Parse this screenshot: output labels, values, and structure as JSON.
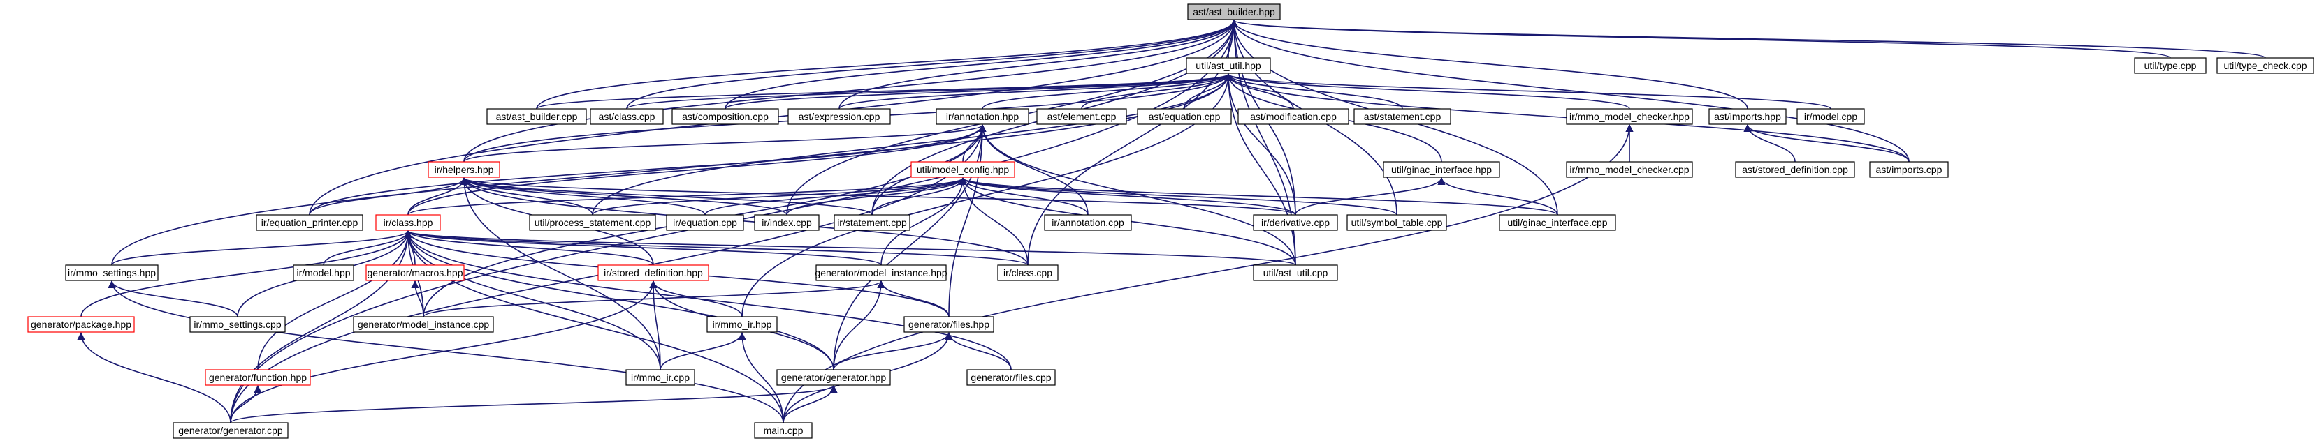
{
  "colors": {
    "edge": "#191970",
    "node_border": "#000000",
    "node_border_red": "#ff0000",
    "root_fill": "#bfbfbf",
    "node_fill": "#ffffff"
  },
  "nodes": [
    {
      "id": "n_ast_builder_hpp",
      "label": "ast/ast_builder.hpp",
      "style": "root"
    },
    {
      "id": "n_util_type_cpp",
      "label": "util/type.cpp"
    },
    {
      "id": "n_util_type_check_cpp",
      "label": "util/type_check.cpp"
    },
    {
      "id": "n_util_ast_util_hpp",
      "label": "util/ast_util.hpp"
    },
    {
      "id": "n_ast_ast_builder_cpp",
      "label": "ast/ast_builder.cpp"
    },
    {
      "id": "n_ast_class_cpp",
      "label": "ast/class.cpp"
    },
    {
      "id": "n_ast_composition_cpp",
      "label": "ast/composition.cpp"
    },
    {
      "id": "n_ast_expression_cpp",
      "label": "ast/expression.cpp"
    },
    {
      "id": "n_ir_annotation_hpp",
      "label": "ir/annotation.hpp"
    },
    {
      "id": "n_ast_element_cpp",
      "label": "ast/element.cpp"
    },
    {
      "id": "n_ast_equation_cpp",
      "label": "ast/equation.cpp"
    },
    {
      "id": "n_ast_modification_cpp",
      "label": "ast/modification.cpp"
    },
    {
      "id": "n_ast_statement_cpp",
      "label": "ast/statement.cpp"
    },
    {
      "id": "n_ir_mmo_model_checker_hpp",
      "label": "ir/mmo_model_checker.hpp"
    },
    {
      "id": "n_ast_imports_hpp",
      "label": "ast/imports.hpp"
    },
    {
      "id": "n_ir_model_cpp",
      "label": "ir/model.cpp"
    },
    {
      "id": "n_ir_helpers_hpp",
      "label": "ir/helpers.hpp",
      "style": "red"
    },
    {
      "id": "n_util_model_config_hpp",
      "label": "util/model_config.hpp",
      "style": "red"
    },
    {
      "id": "n_util_ginac_interface_hpp",
      "label": "util/ginac_interface.hpp"
    },
    {
      "id": "n_ir_mmo_model_checker_cpp",
      "label": "ir/mmo_model_checker.cpp"
    },
    {
      "id": "n_ast_stored_definition_cpp",
      "label": "ast/stored_definition.cpp"
    },
    {
      "id": "n_ast_imports_cpp",
      "label": "ast/imports.cpp"
    },
    {
      "id": "n_ir_equation_printer_cpp",
      "label": "ir/equation_printer.cpp"
    },
    {
      "id": "n_util_process_statement_cpp",
      "label": "util/process_statement.cpp"
    },
    {
      "id": "n_ir_equation_cpp",
      "label": "ir/equation.cpp"
    },
    {
      "id": "n_ir_index_cpp",
      "label": "ir/index.cpp"
    },
    {
      "id": "n_ir_statement_cpp",
      "label": "ir/statement.cpp"
    },
    {
      "id": "n_ir_annotation_cpp",
      "label": "ir/annotation.cpp"
    },
    {
      "id": "n_ir_derivative_cpp",
      "label": "ir/derivative.cpp"
    },
    {
      "id": "n_util_symbol_table_cpp",
      "label": "util/symbol_table.cpp"
    },
    {
      "id": "n_util_ginac_interface_cpp",
      "label": "util/ginac_interface.cpp"
    },
    {
      "id": "n_ir_class_hpp",
      "label": "ir/class.hpp",
      "style": "red"
    },
    {
      "id": "n_ir_mmo_settings_hpp",
      "label": "ir/mmo_settings.hpp"
    },
    {
      "id": "n_ir_model_hpp",
      "label": "ir/model.hpp"
    },
    {
      "id": "n_generator_macros_hpp",
      "label": "generator/macros.hpp",
      "style": "red"
    },
    {
      "id": "n_ir_stored_definition_hpp",
      "label": "ir/stored_definition.hpp",
      "style": "red"
    },
    {
      "id": "n_generator_model_instance_hpp",
      "label": "generator/model_instance.hpp"
    },
    {
      "id": "n_ir_class_cpp",
      "label": "ir/class.cpp"
    },
    {
      "id": "n_util_ast_util_cpp",
      "label": "util/ast_util.cpp"
    },
    {
      "id": "n_generator_package_hpp",
      "label": "generator/package.hpp",
      "style": "red"
    },
    {
      "id": "n_ir_mmo_settings_cpp",
      "label": "ir/mmo_settings.cpp"
    },
    {
      "id": "n_generator_model_instance_cpp",
      "label": "generator/model_instance.cpp"
    },
    {
      "id": "n_ir_mmo_ir_hpp",
      "label": "ir/mmo_ir.hpp"
    },
    {
      "id": "n_generator_files_hpp",
      "label": "generator/files.hpp"
    },
    {
      "id": "n_generator_function_hpp",
      "label": "generator/function.hpp",
      "style": "red"
    },
    {
      "id": "n_ir_mmo_ir_cpp",
      "label": "ir/mmo_ir.cpp"
    },
    {
      "id": "n_generator_generator_hpp",
      "label": "generator/generator.hpp"
    },
    {
      "id": "n_generator_files_cpp",
      "label": "generator/files.cpp"
    },
    {
      "id": "n_generator_generator_cpp",
      "label": "generator/generator.cpp"
    },
    {
      "id": "n_main_cpp",
      "label": "main.cpp"
    }
  ]
}
